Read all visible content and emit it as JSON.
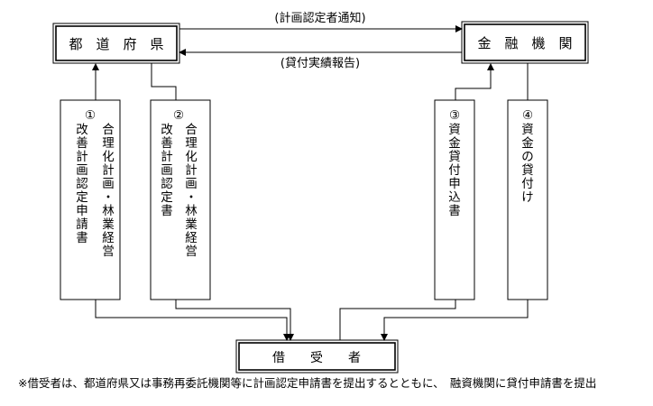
{
  "entities": {
    "prefecture": "都　道　府　県",
    "bank": "金　融　機　関",
    "borrower": "借　　受　　者"
  },
  "flows": {
    "top": "(計画認定者通知)",
    "bottom": "(貸付実績報告)"
  },
  "steps": [
    {
      "num": "①",
      "lines": [
        "合理化計画・林業経営",
        "改善計画認定申請書"
      ]
    },
    {
      "num": "②",
      "lines": [
        "合理化計画・林業経営",
        "改善計画認定書"
      ]
    },
    {
      "num": "③",
      "lines": [
        "資金貸付申込書"
      ]
    },
    {
      "num": "④",
      "lines": [
        "資金の貸付け"
      ]
    }
  ],
  "note": "※借受者は、都道府県又は事務再委託機関等に計画認定申請書を提出するとともに、　融資機関に貸付申請書を提出"
}
